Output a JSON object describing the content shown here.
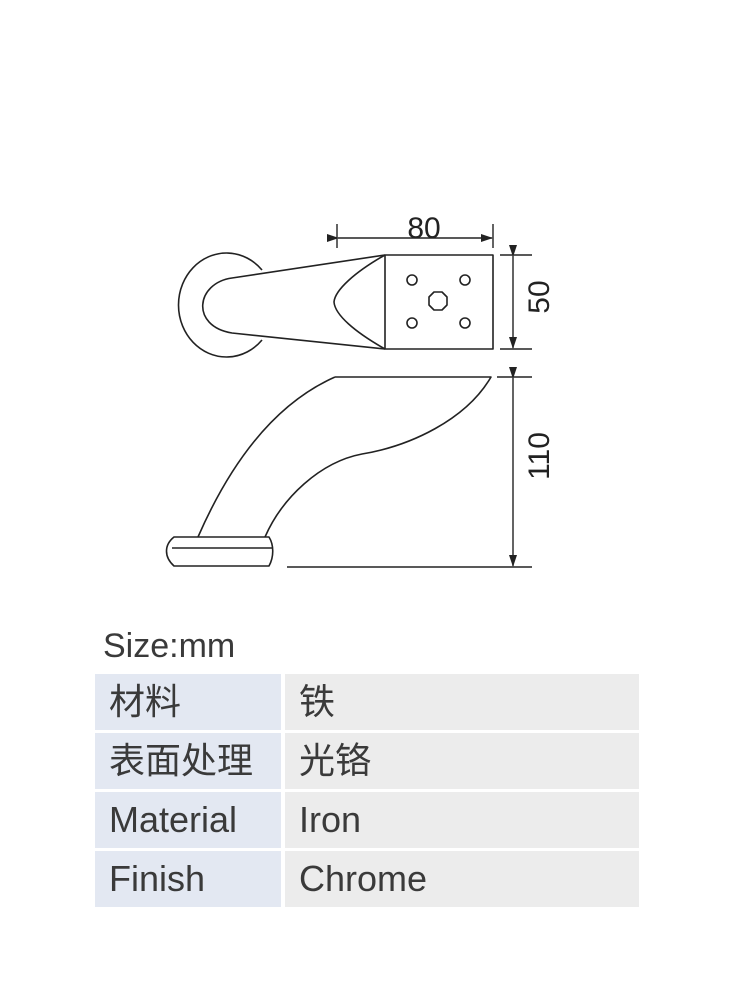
{
  "dimensions": {
    "width": "80",
    "depth": "50",
    "height": "110"
  },
  "size_label": "Size:mm",
  "specs": [
    {
      "key": "材料",
      "value": "铁"
    },
    {
      "key": "表面处理",
      "value": "光铬"
    },
    {
      "key": "Material",
      "value": "Iron"
    },
    {
      "key": "Finish",
      "value": "Chrome"
    }
  ],
  "colors": {
    "key_cell": "#e3e8f2",
    "value_cell": "#ececec",
    "line": "#222222",
    "text": "#3a3a3a"
  }
}
